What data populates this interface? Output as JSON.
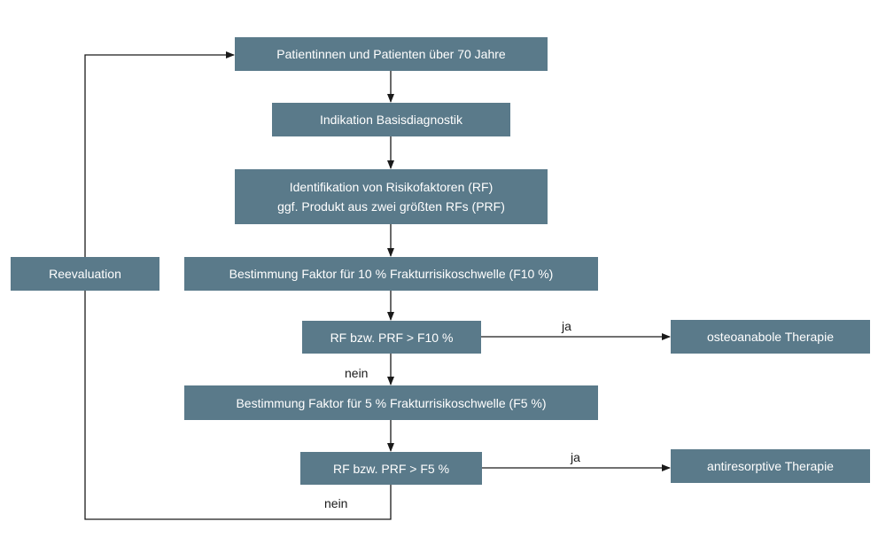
{
  "colors": {
    "box": "#5a7a8a",
    "line": "#1a1a1a",
    "background": "#ffffff"
  },
  "flow": {
    "patients": "Patientinnen und Patienten über 70 Jahre",
    "indication": "Indikation Basisdiagnostik",
    "identification_line1": "Identifikation von Risikofaktoren (RF)",
    "identification_line2": "ggf. Produkt aus zwei größten RFs (PRF)",
    "f10_determination": "Bestimmung Faktor für 10 % Frakturrisikoschwelle (F10 %)",
    "f10_decision": "RF bzw. PRF > F10 %",
    "osteoanabolic": "osteoanabole Therapie",
    "f5_determination": "Bestimmung Faktor für 5 % Frakturrisikoschwelle (F5 %)",
    "f5_decision": "RF bzw. PRF > F5 %",
    "antiresorptive": "antiresorptive Therapie",
    "reevaluation": "Reevaluation"
  },
  "labels": {
    "yes_f10": "ja",
    "no_f10": "nein",
    "yes_f5": "ja",
    "no_f5": "nein"
  }
}
